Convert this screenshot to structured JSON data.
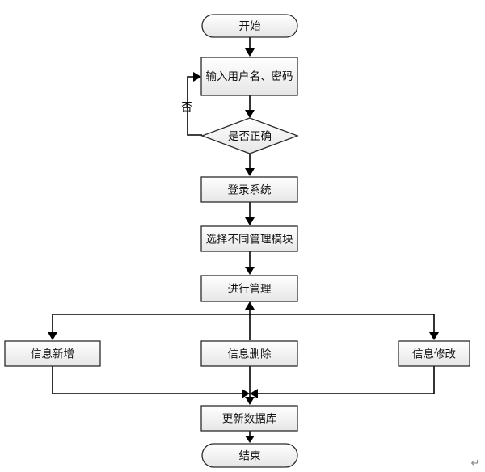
{
  "nodes": {
    "start": "开始",
    "input": "输入用户名、密码",
    "check": "是否正确",
    "login": "登录系统",
    "select": "选择不同管理模块",
    "manage": "进行管理",
    "add": "信息新增",
    "delete": "信息删除",
    "edit": "信息修改",
    "update": "更新数据库",
    "end": "结束"
  },
  "edges": {
    "no_label": "否"
  },
  "corner_mark": "↵"
}
